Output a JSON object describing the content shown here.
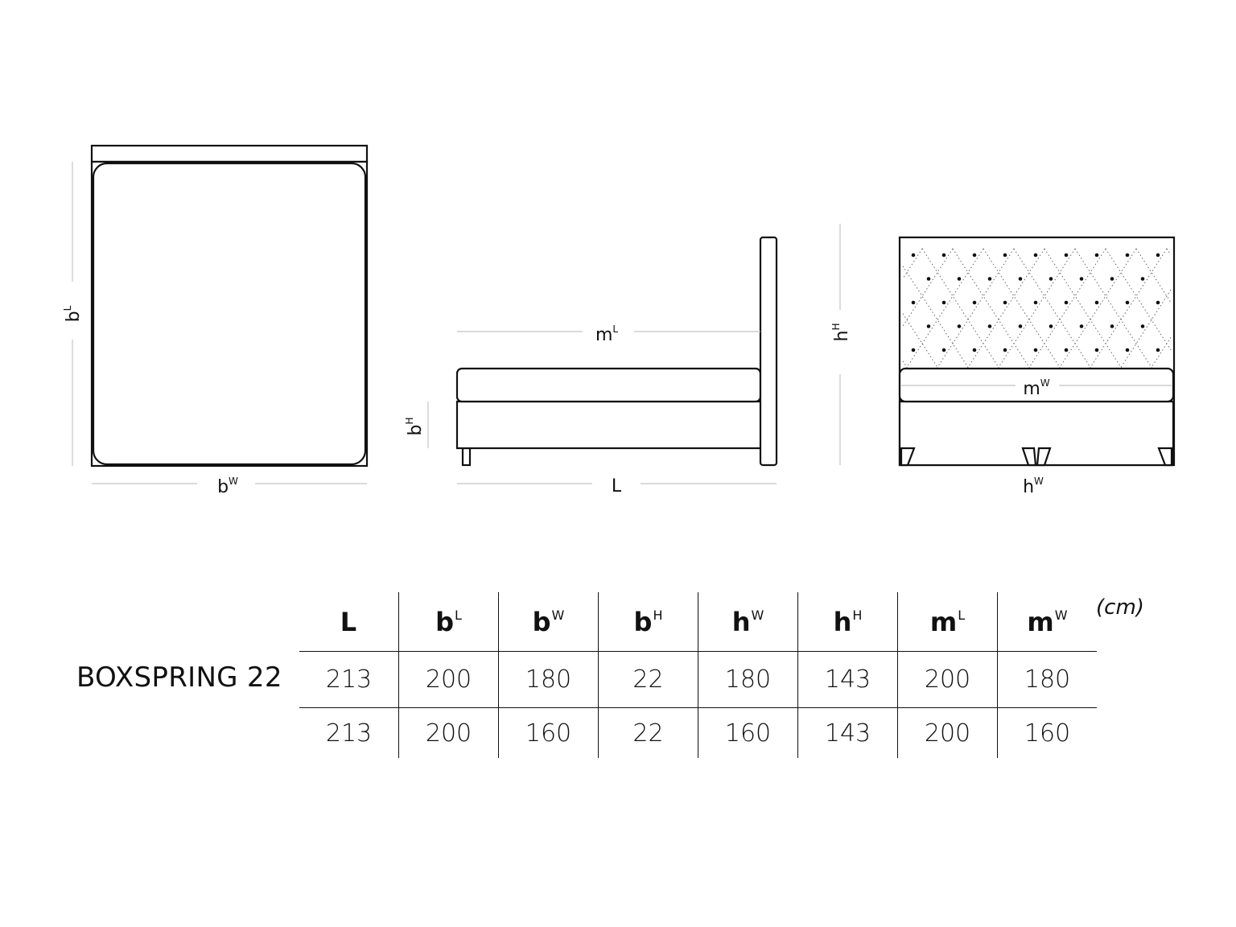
{
  "diagram": {
    "top_view": {
      "width_label": {
        "base": "b",
        "sup": "W"
      },
      "length_label": {
        "base": "b",
        "sup": "L"
      }
    },
    "side_view": {
      "mattress_length_label": {
        "base": "m",
        "sup": "L"
      },
      "base_height_label": {
        "base": "b",
        "sup": "H"
      },
      "total_length_label": {
        "base": "L",
        "sup": ""
      }
    },
    "front_view": {
      "headboard_height_label": {
        "base": "h",
        "sup": "H"
      },
      "mattress_width_label": {
        "base": "m",
        "sup": "W"
      },
      "headboard_width_label": {
        "base": "h",
        "sup": "W"
      }
    }
  },
  "table": {
    "product_name": "BOXSPRING 22",
    "units": "(cm)",
    "columns": [
      {
        "base": "L",
        "sup": ""
      },
      {
        "base": "b",
        "sup": "L"
      },
      {
        "base": "b",
        "sup": "W"
      },
      {
        "base": "b",
        "sup": "H"
      },
      {
        "base": "h",
        "sup": "W"
      },
      {
        "base": "h",
        "sup": "H"
      },
      {
        "base": "m",
        "sup": "L"
      },
      {
        "base": "m",
        "sup": "W"
      }
    ],
    "rows": [
      [
        "213",
        "200",
        "180",
        "22",
        "180",
        "143",
        "200",
        "180"
      ],
      [
        "213",
        "200",
        "160",
        "22",
        "160",
        "143",
        "200",
        "160"
      ]
    ]
  },
  "colors": {
    "line": "#111111",
    "dimension_line": "#c4c4c4",
    "background": "#ffffff"
  }
}
